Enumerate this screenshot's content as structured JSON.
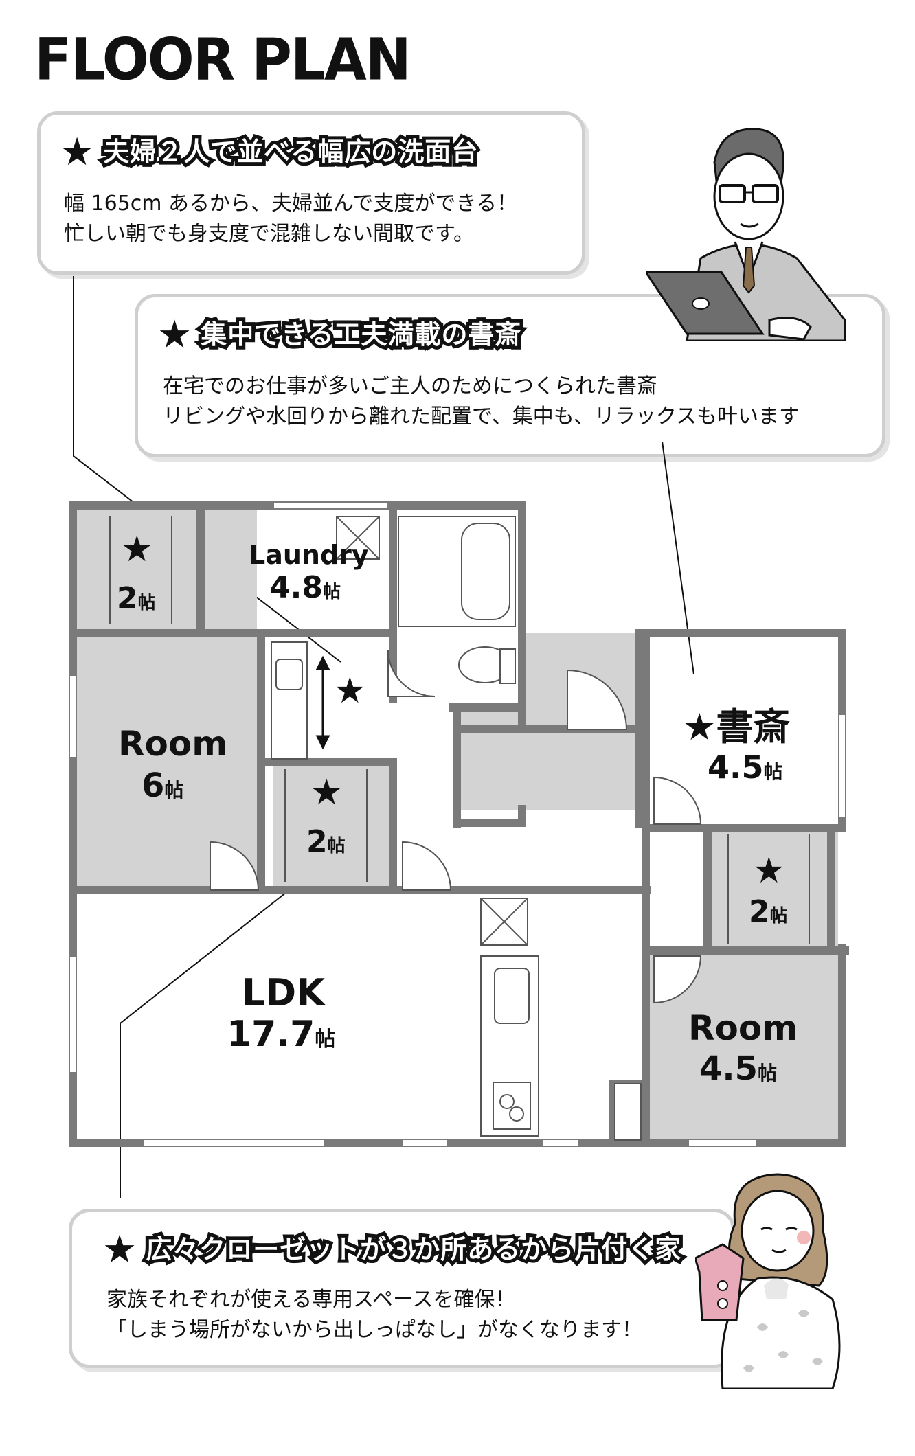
{
  "title": "FLOOR PLAN",
  "callouts": {
    "washstand": {
      "heading": "夫婦２人で並べる幅広の洗面台",
      "lines": [
        "幅 165cm あるから、夫婦並んで支度ができる！",
        "忙しい朝でも身支度で混雑しない間取です。"
      ]
    },
    "study": {
      "heading": "集中できる工夫満載の書斎",
      "lines": [
        "在宅でのお仕事が多いご主人のためにつくられた書斎",
        "リビングや水回りから離れた配置で、集中も、リラックスも叶います"
      ]
    },
    "closet": {
      "heading": "広々クローゼットが３か所あるから片付く家",
      "lines": [
        "家族それぞれが使える専用スペースを確保！",
        "「しまう場所がないから出しっぱなし」がなくなります！"
      ]
    }
  },
  "rooms": {
    "laundry": {
      "name": "Laundry",
      "size": "4.8",
      "unit": "帖"
    },
    "room6": {
      "name": "Room",
      "size": "6",
      "unit": "帖"
    },
    "closet_tl": {
      "size": "2",
      "unit": "帖"
    },
    "closet_mid": {
      "size": "2",
      "unit": "帖"
    },
    "study": {
      "name": "書斎",
      "size": "4.5",
      "unit": "帖"
    },
    "closet_r": {
      "size": "2",
      "unit": "帖"
    },
    "ldk": {
      "name": "LDK",
      "size": "17.7",
      "unit": "帖"
    },
    "room45": {
      "name": "Room",
      "size": "4.5",
      "unit": "帖"
    }
  },
  "star_glyph": "★",
  "colors": {
    "wall": "#7a7a7a",
    "room_fill": "#d3d3d3",
    "accent_pink": "#e8a9b8"
  }
}
